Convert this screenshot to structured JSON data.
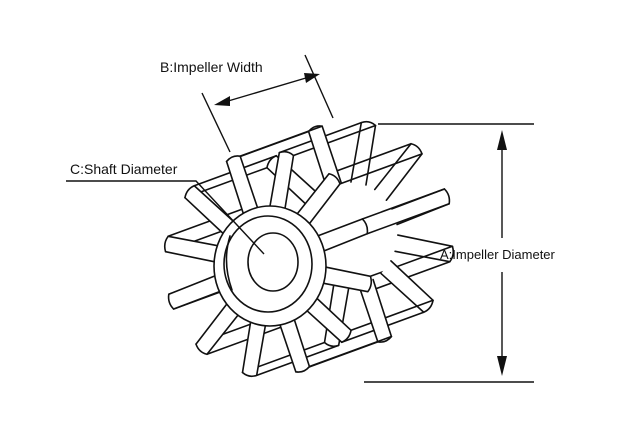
{
  "labels": {
    "impeller_width": "B:Impeller Width",
    "shaft_diameter": "C:Shaft Diameter",
    "impeller_diameter": "A:Impeller Diameter"
  },
  "impeller": {
    "blade_count": 12
  },
  "colors": {
    "ink": "#111111",
    "background": "#ffffff"
  }
}
